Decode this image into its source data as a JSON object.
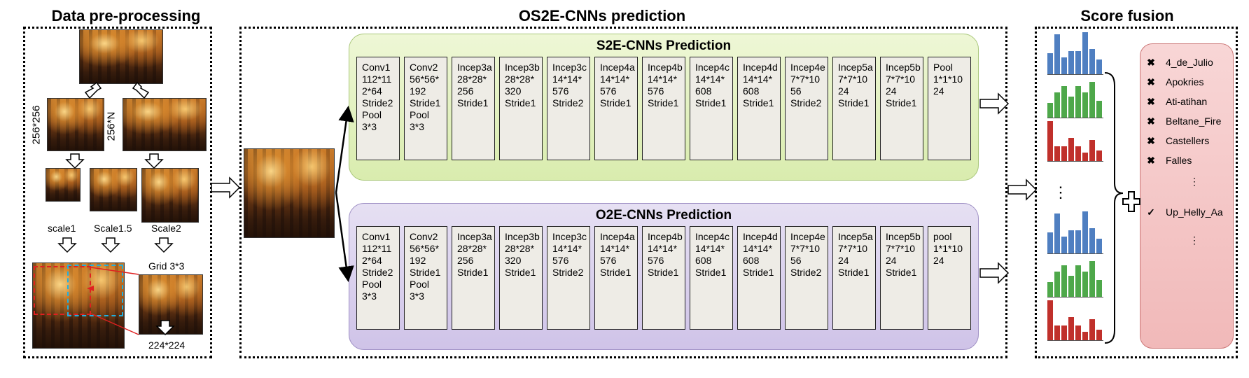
{
  "sections": {
    "preprocessing_title": "Data pre-processing",
    "prediction_title": "OS2E-CNNs prediction",
    "fusion_title": "Score fusion"
  },
  "preprocessing": {
    "size_square": "256*256",
    "size_n": "256*N",
    "scales": [
      "scale1",
      "Scale1.5",
      "Scale2"
    ],
    "grid": "Grid 3*3",
    "crop_size": "224*224"
  },
  "s2e": {
    "title": "S2E-CNNs   Prediction",
    "layers": [
      "Conv1\n112*11\n2*64\nStride2\nPool\n3*3",
      "Conv2\n56*56*\n192\nStride1\nPool\n3*3",
      "Incep3a\n28*28*\n256\nStride1",
      "Incep3b\n28*28*\n320\nStride1",
      "Incep3c\n14*14*\n576\nStride2",
      "Incep4a\n14*14*\n576\nStride1",
      "Incep4b\n14*14*\n576\nStride1",
      "Incep4c\n14*14*\n608\nStride1",
      "Incep4d\n14*14*\n608\nStride1",
      "Incep4e\n7*7*10\n56\nStride2",
      "Incep5a\n7*7*10\n24\nStride1",
      "Incep5b\n7*7*10\n24\nStride1",
      "Pool\n1*1*10\n24"
    ]
  },
  "o2e": {
    "title": "O2E-CNNs   Prediction",
    "layers": [
      "Conv1\n112*11\n2*64\nStride2\nPool\n3*3",
      "Conv2\n56*56*\n192\nStride1\nPool\n3*3",
      "Incep3a\n28*28*\n256\nStride1",
      "Incep3b\n28*28*\n320\nStride1",
      "Incep3c\n14*14*\n576\nStride2",
      "Incep4a\n14*14*\n576\nStride1",
      "Incep4b\n14*14*\n576\nStride1",
      "Incep4c\n14*14*\n608\nStride1",
      "Incep4d\n14*14*\n608\nStride1",
      "Incep4e\n7*7*10\n56\nStride2",
      "Incep5a\n7*7*10\n24\nStride1",
      "Incep5b\n7*7*10\n24\nStride1",
      "pool\n1*1*10\n24"
    ]
  },
  "fusion": {
    "classes": [
      {
        "mark": "✖",
        "label": "4_de_Julio"
      },
      {
        "mark": "✖",
        "label": "Apokries"
      },
      {
        "mark": "✖",
        "label": "Ati-atihan"
      },
      {
        "mark": "✖",
        "label": "Beltane_Fire"
      },
      {
        "mark": "✖",
        "label": "Castellers"
      },
      {
        "mark": "✖",
        "label": "Falles"
      },
      {
        "mark": "",
        "label": "⋮"
      },
      {
        "mark": "✓",
        "label": "Up_Helly_Aa"
      },
      {
        "mark": "",
        "label": "⋮"
      }
    ],
    "ellipsis": "⋮",
    "plus": "+",
    "histograms": [
      {
        "color": "#4f7fc1",
        "values": [
          0.5,
          0.95,
          0.4,
          0.55,
          0.55,
          1.0,
          0.6,
          0.35
        ]
      },
      {
        "color": "#4ea84a",
        "values": [
          0.35,
          0.6,
          0.75,
          0.5,
          0.75,
          0.6,
          0.85,
          0.4
        ]
      },
      {
        "color": "#c0302b",
        "values": [
          0.95,
          0.35,
          0.35,
          0.55,
          0.35,
          0.2,
          0.5,
          0.25
        ]
      },
      {
        "color": "#4f7fc1",
        "values": [
          0.5,
          0.95,
          0.4,
          0.55,
          0.55,
          1.0,
          0.6,
          0.35
        ]
      },
      {
        "color": "#4ea84a",
        "values": [
          0.35,
          0.6,
          0.75,
          0.5,
          0.75,
          0.6,
          0.85,
          0.4
        ]
      },
      {
        "color": "#c0302b",
        "values": [
          0.95,
          0.35,
          0.35,
          0.55,
          0.35,
          0.2,
          0.5,
          0.25
        ]
      }
    ]
  }
}
